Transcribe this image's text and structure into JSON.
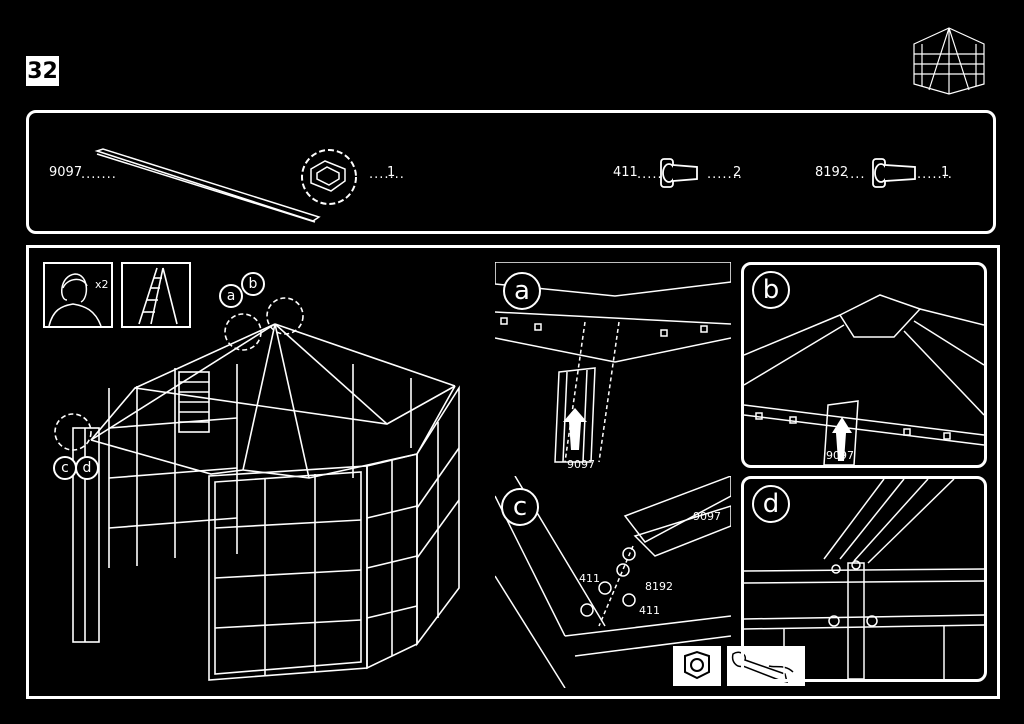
{
  "step": {
    "number": "32"
  },
  "parts": [
    {
      "code": "9097",
      "qty": "1"
    },
    {
      "code": "411",
      "qty": "2"
    },
    {
      "code": "8192",
      "qty": "1"
    }
  ],
  "tools": {
    "helpers": "x2"
  },
  "callouts": {
    "a": "a",
    "b": "b",
    "c": "c",
    "d": "d"
  },
  "details": {
    "a": {
      "part": "9097"
    },
    "b": {
      "part": "9097"
    },
    "c": {
      "top_part": "9097",
      "nut_top": "411",
      "bolt": "8192",
      "nut_bottom": "411"
    }
  }
}
